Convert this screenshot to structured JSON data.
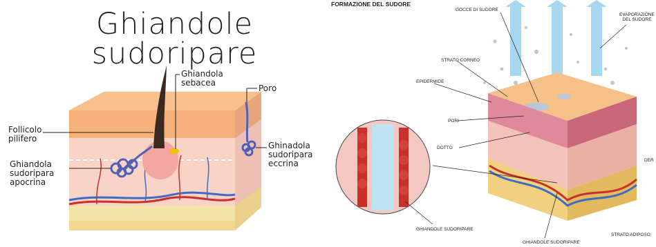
{
  "left_panel": {
    "title_line1": "Ghiandole",
    "title_line2": "sudoripare",
    "labels": {
      "ghiandola_sebacea": "Ghiandola\nsebacea",
      "poro": "Poro",
      "follicolo": "Follicolo\npilifero",
      "eccrina": "Ghinadola\nsudoripara\neccrina",
      "apocrina": "Ghiandola\nsudoripara\napocrina"
    }
  },
  "right_panel": {
    "title": "FORMAZIONE DEL SUDORE",
    "labels": {
      "gocce": "GOCCE DI SUDORE",
      "evaporazione": "EVAPORAZIONE\nDEL SUDORE",
      "strato_corneo": "STRATO CORNEO",
      "epidermide": "EPIDERMIDE",
      "pori": "PORI",
      "dotto": "DOTTO",
      "derma": "DER",
      "ghiandole1": "GHIANDOLE SUDORIPARE",
      "ghiandole2": "GHIANDOLE SUDORIPARE",
      "strato_adiposo": "STRATO ADIPOSO"
    }
  },
  "colors": {
    "skin_top": "#f6b47e",
    "skin_mid": "#f4c9a7",
    "dermis": "#f7d5cc",
    "fat": "#f3e3a6",
    "gland": "#4f5fb8",
    "vessel_red": "#c8302a",
    "vessel_blue": "#3d6bc6",
    "arrow_blue": "#a8d8f0"
  }
}
